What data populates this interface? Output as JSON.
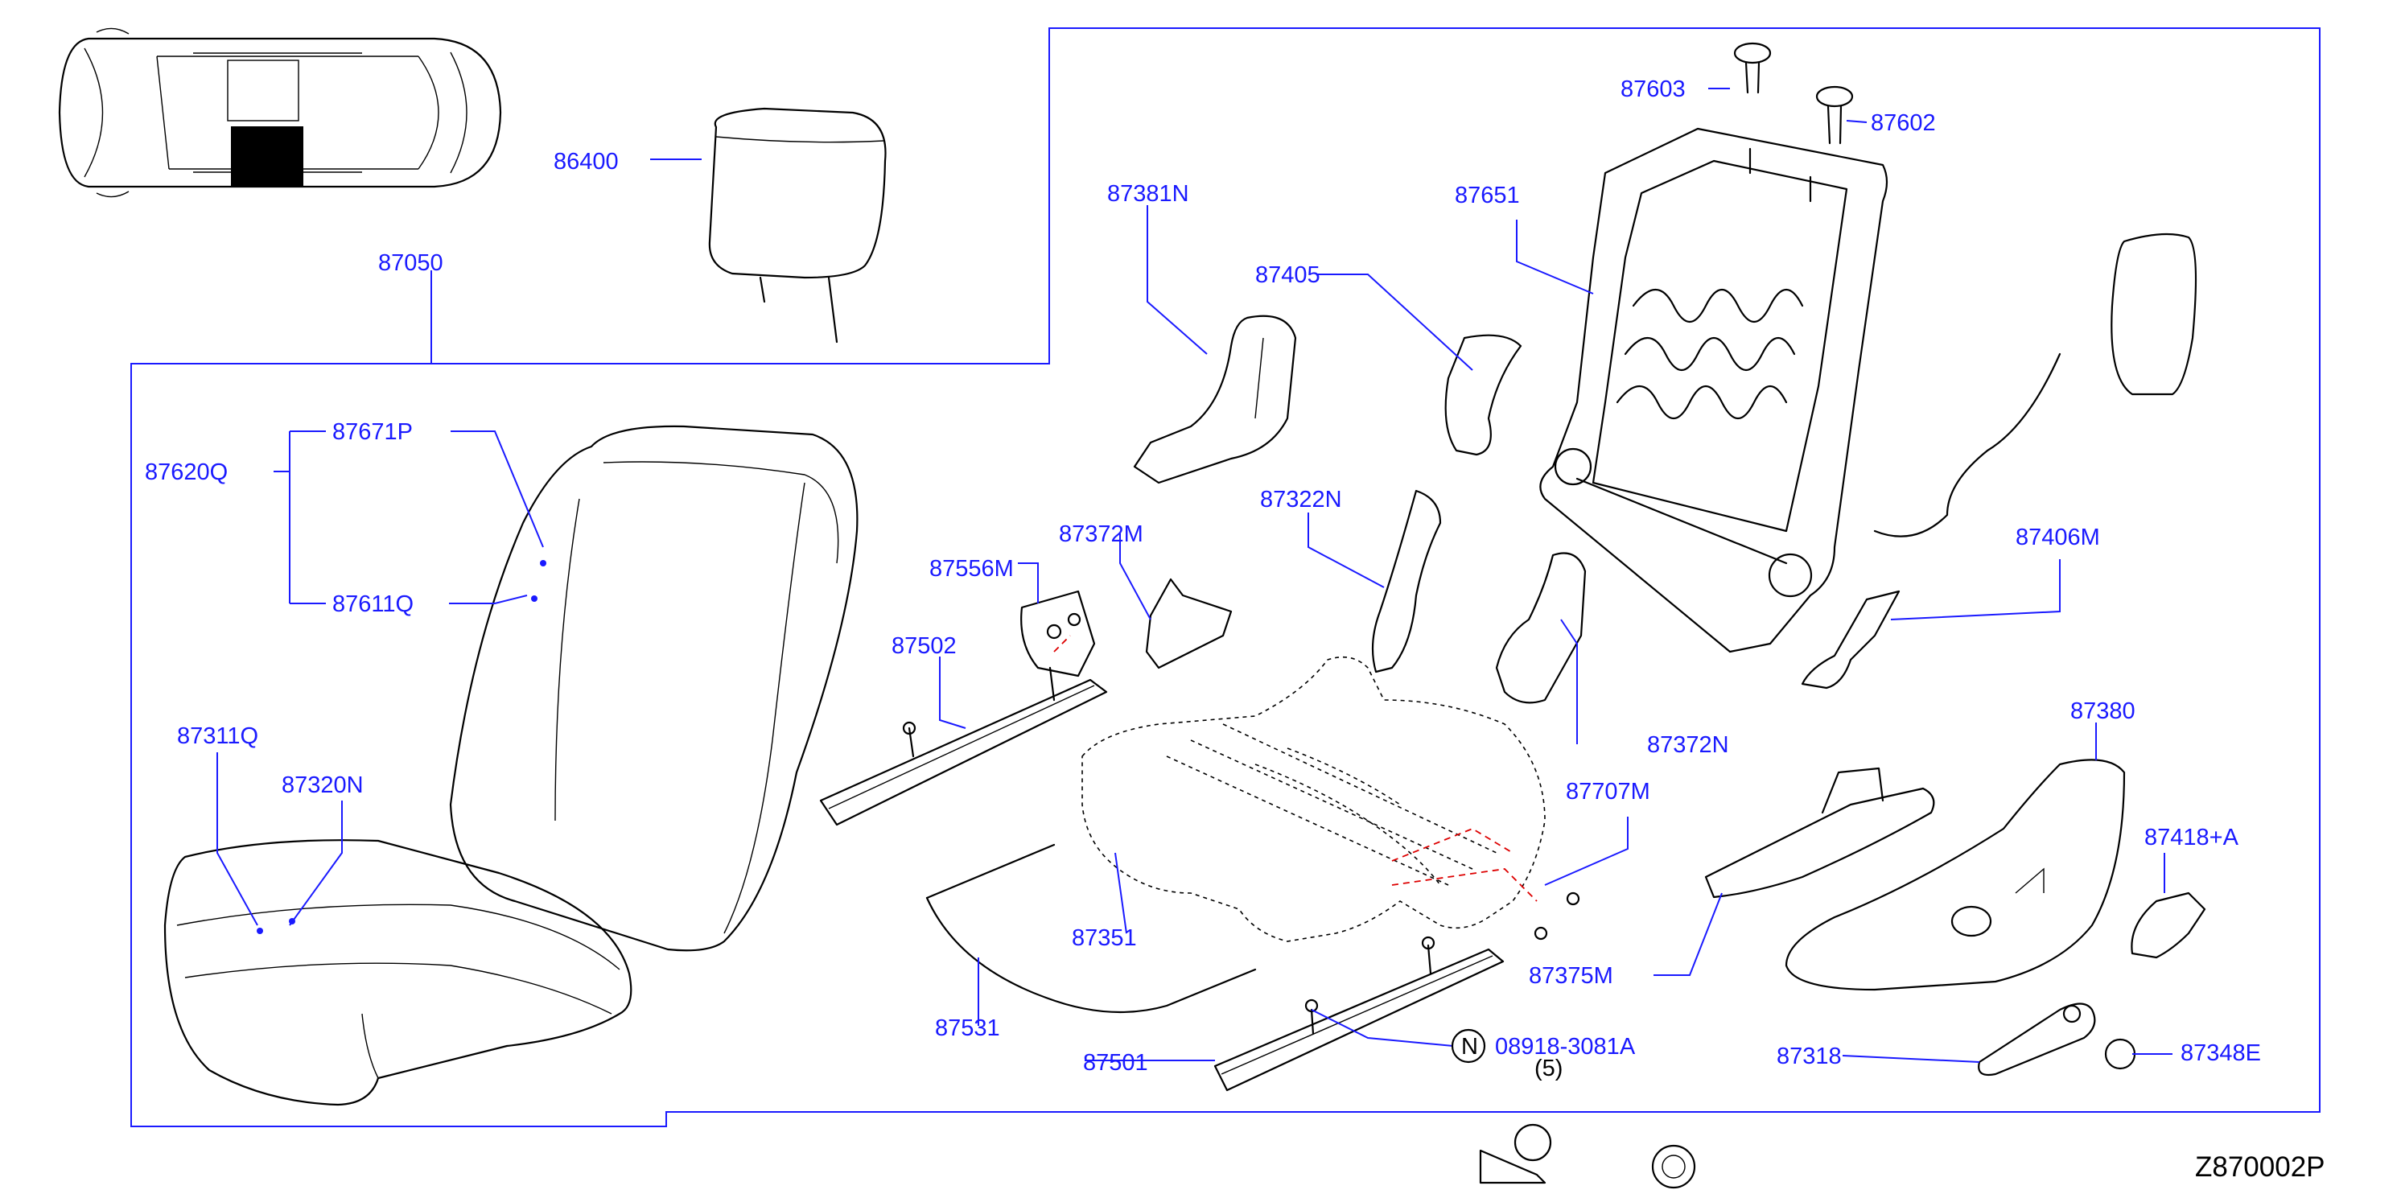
{
  "diagram_id": "Z870002P",
  "accent_color": "#1a1aff",
  "parts": {
    "p86400": "86400",
    "p87050": "87050",
    "p87620q": "87620Q",
    "p87671p": "87671P",
    "p87611q": "87611Q",
    "p87311q": "87311Q",
    "p87320n": "87320N",
    "p87603": "87603",
    "p87602": "87602",
    "p87381n": "87381N",
    "p87651": "87651",
    "p87405": "87405",
    "p87322n": "87322N",
    "p87372m": "87372M",
    "p87556m": "87556M",
    "p87502": "87502",
    "p87406m": "87406M",
    "p87372n": "87372N",
    "p87380": "87380",
    "p87707m": "87707M",
    "p87418a": "87418+A",
    "p87351": "87351",
    "p87375m": "87375M",
    "p87531": "87531",
    "p87501": "87501",
    "p08918": "08918-3081A",
    "qty08918": "(5)",
    "n_mark": "N",
    "p87318": "87318",
    "p87348e": "87348E"
  }
}
